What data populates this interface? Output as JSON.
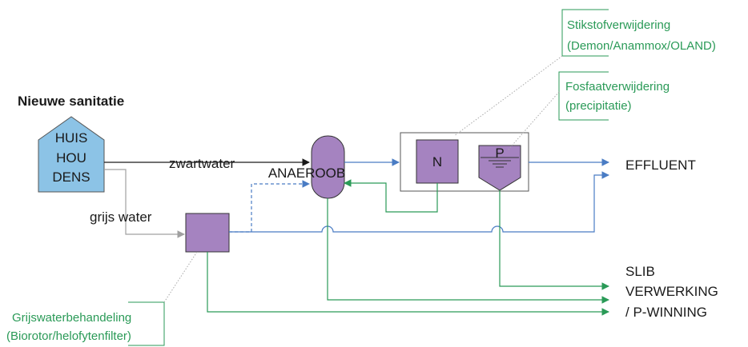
{
  "diagram": {
    "title": "Nieuwe sanitatie",
    "house": {
      "line1": "HUIS",
      "line2": "HOU",
      "line3": "DENS"
    },
    "streams": {
      "black_water": "zwartwater",
      "grey_water": "grijs water"
    },
    "reactor": {
      "label": "ANAEROOB"
    },
    "units": {
      "nitrogen": "N",
      "phosphate": "P"
    },
    "outputs": {
      "effluent": "EFFLUENT",
      "sludge_line1": "SLIB",
      "sludge_line2": "VERWERKING",
      "sludge_line3": "/ P-WINNING"
    },
    "annotations": {
      "nitrogen_removal_line1": "Stikstofverwijdering",
      "nitrogen_removal_line2": "(Demon/Anammox/OLAND)",
      "phosphate_removal_line1": "Fosfaatverwijdering",
      "phosphate_removal_line2": "(precipitatie)",
      "greywater_line1": "Grijswaterbehandeling",
      "greywater_line2": "(Biorotor/helofytenfilter)"
    },
    "colors": {
      "blue": "#4a7cc4",
      "green": "#2a9a57",
      "purple": "#a583c0",
      "house_fill": "#8cc3e6",
      "dark": "#1a1a1a",
      "grey": "#a0a0a0"
    }
  }
}
